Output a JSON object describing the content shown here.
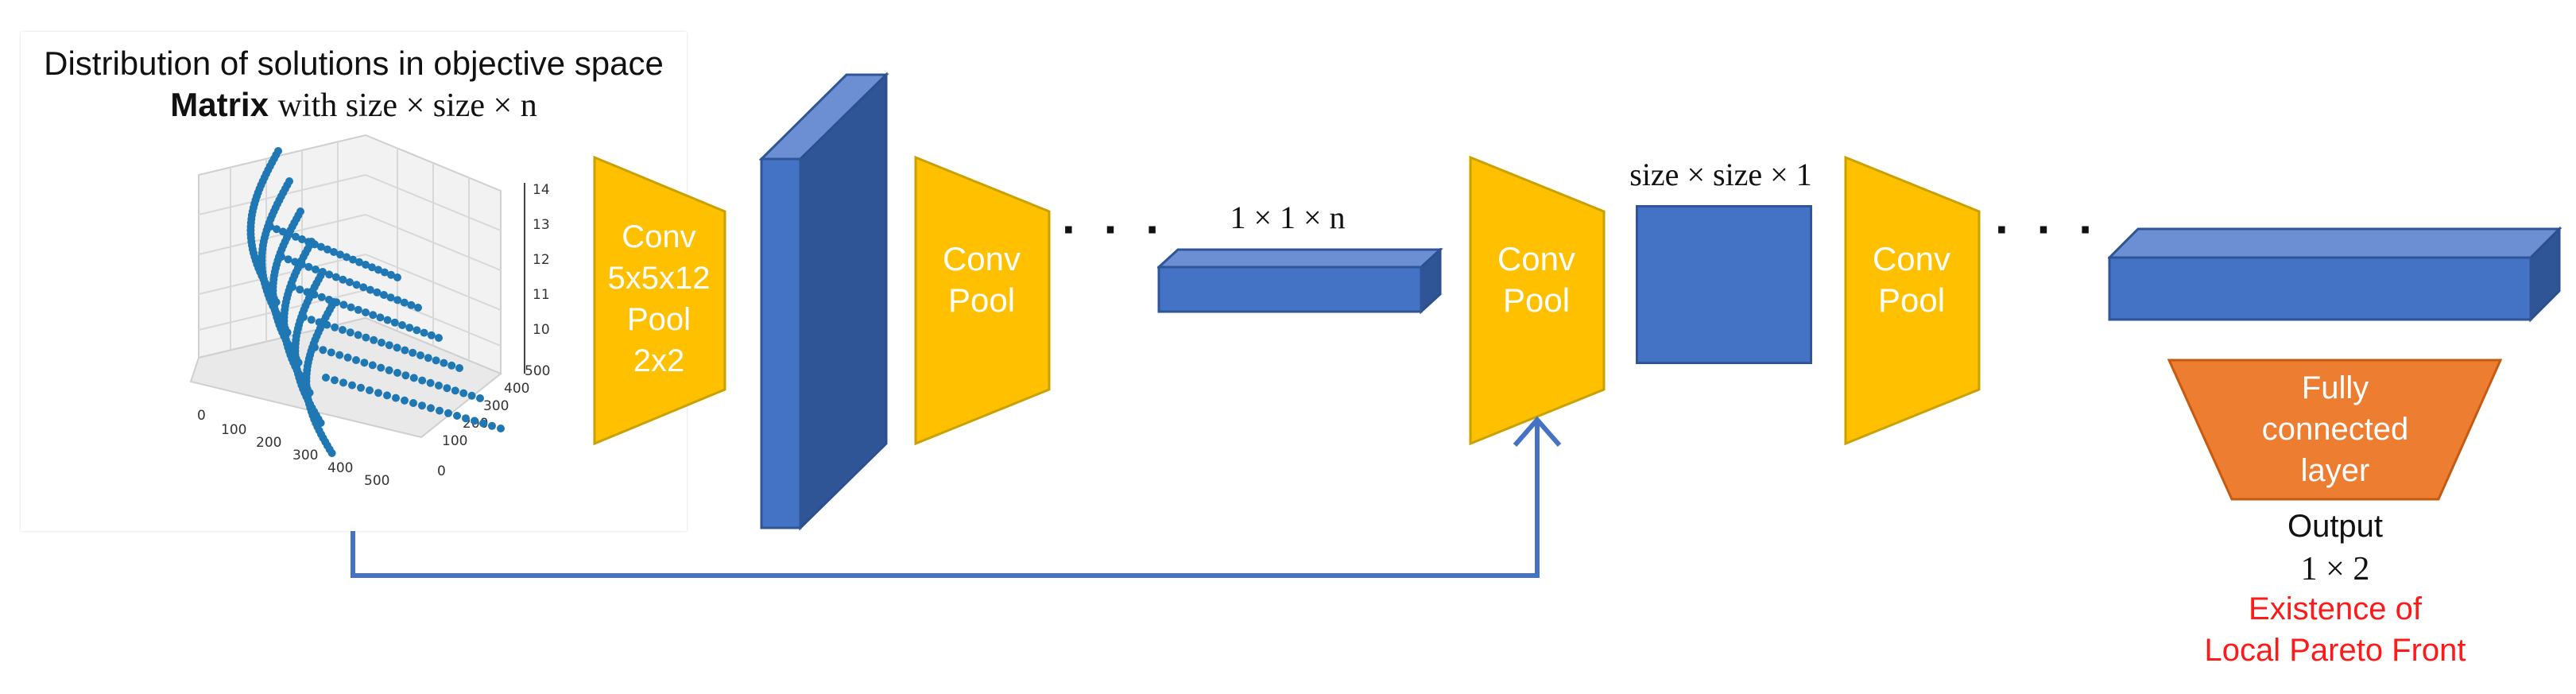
{
  "colors": {
    "blue_front": "#4472c4",
    "blue_top": "#6c8fd4",
    "blue_side": "#2f5597",
    "blue_dark": "#2b4f8f",
    "yellow": "#ffc000",
    "yellow_border": "#c9a100",
    "orange": "#ed7d31",
    "red_text": "#ff1a1a",
    "arrow": "#4472c4",
    "scatter": "#1f77b4"
  },
  "input": {
    "title": "Distribution of solutions in objective space",
    "matrix_bold": "Matrix",
    "matrix_rest": "with size × size × n"
  },
  "plot": {
    "z_ticks": [
      "14",
      "13",
      "12",
      "11",
      "10"
    ],
    "x_ticks": [
      "0",
      "100",
      "200",
      "300",
      "400",
      "500"
    ],
    "y_ticks": [
      "500",
      "400",
      "300",
      "200",
      "100",
      "0"
    ]
  },
  "layers": {
    "conv1": [
      "Conv",
      "5x5x12",
      "Pool",
      "2x2"
    ],
    "conv_pool": [
      "Conv",
      "Pool"
    ],
    "dots": "· · ·",
    "vector_label": "1 × 1 × n",
    "matrix_label": "size × size × 1",
    "fc": [
      "Fully",
      "connected",
      "layer"
    ]
  },
  "output": {
    "label": "Output",
    "size": "1 × 2",
    "meaning_line1": "Existence of",
    "meaning_line2": "Local Pareto Front"
  }
}
